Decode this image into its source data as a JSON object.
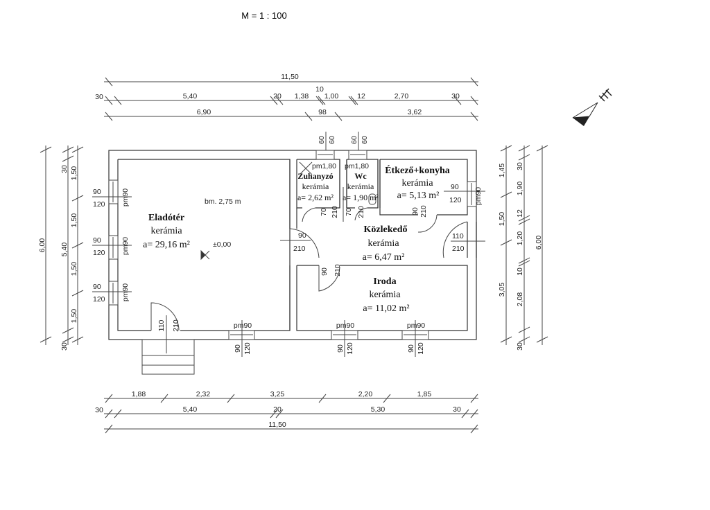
{
  "scale": "M = 1 : 100",
  "dims_top": {
    "overall": "11,50",
    "row2": [
      "30",
      "5,40",
      "20",
      "1,38",
      "10",
      "1,00",
      "12",
      "2,70",
      "30"
    ],
    "row3": [
      "6,90",
      "98",
      "3,62"
    ],
    "top_windows": [
      "60",
      "60",
      "60",
      "60"
    ]
  },
  "dims_bottom": {
    "row1": [
      "1,88",
      "2,32",
      "3,25",
      "2,20",
      "1,85"
    ],
    "row2": [
      "30",
      "5,40",
      "20",
      "5,30",
      "30"
    ],
    "overall": "11,50"
  },
  "dims_left": {
    "overall": "6,00",
    "middle": [
      "30",
      "5,40",
      "30"
    ],
    "inner": [
      "1,50",
      "1,50",
      "1,50",
      "1,50"
    ]
  },
  "dims_right": {
    "inner": [
      "1,45",
      "1,50",
      "3,05"
    ],
    "middle": [
      "30",
      "1,90",
      "12",
      "1,20",
      "10",
      "2,08",
      "30"
    ],
    "overall": "6,00"
  },
  "rooms": {
    "eladoter": {
      "name": "Eladótér",
      "floor": "kerámia",
      "area": "a= 29,16 m²",
      "height": "bm. 2,75 m",
      "level": "±0,00"
    },
    "zuhanyzo": {
      "name": "Zuhanyzó",
      "floor": "kerámia",
      "area": "a= 2,62 m²",
      "window": "pm1,80"
    },
    "wc": {
      "name": "Wc",
      "floor": "kerámia",
      "area": "a= 1,90 m²",
      "window": "pm1,80"
    },
    "etkezo": {
      "name": "Étkező+konyha",
      "floor": "kerámia",
      "area": "a= 5,13 m²"
    },
    "kozlekedo": {
      "name": "Közlekedő",
      "floor": "kerámia",
      "area": "a= 6,47 m²"
    },
    "iroda": {
      "name": "Iroda",
      "floor": "kerámia",
      "area": "a= 11,02 m²"
    }
  },
  "openings": {
    "window_w": "90",
    "window_h": "120",
    "parapet": "pm90",
    "door_main_w": "110",
    "door_h": "210",
    "door_90": "90",
    "door_70": "70"
  }
}
